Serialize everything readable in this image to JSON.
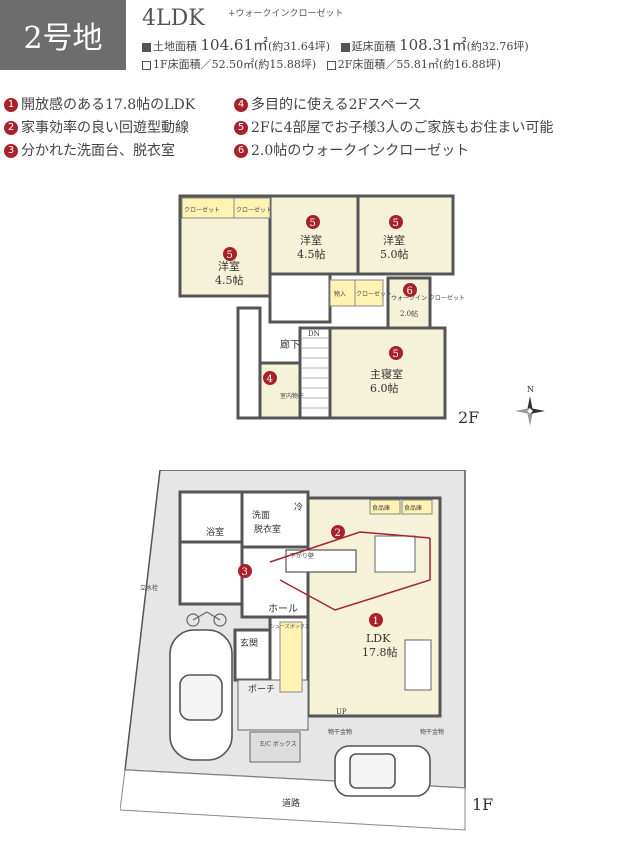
{
  "header": {
    "lot_label": "2号地",
    "layout_type": "4LDK",
    "layout_suffix": "+ウォークインクローゼット",
    "land_area_label": "土地面積",
    "land_area_value": "104.61㎡",
    "land_area_tsubo": "(約31.64坪)",
    "floor_area_label": "延床面積",
    "floor_area_value": "108.31㎡",
    "floor_area_tsubo": "(約32.76坪)",
    "floor1_area": "1F床面積／52.50㎡(約15.88坪)",
    "floor2_area": "2F床面積／55.81㎡(約16.88坪)"
  },
  "features": [
    {
      "num": "1",
      "text": "開放感のある17.8帖のLDK"
    },
    {
      "num": "2",
      "text": "家事効率の良い回遊型動線"
    },
    {
      "num": "3",
      "text": "分かれた洗面台、脱衣室"
    },
    {
      "num": "4",
      "text": "多目的に使える2Fスペース"
    },
    {
      "num": "5",
      "text": "2Fに4部屋でお子様3人のご家族もお住まい可能"
    },
    {
      "num": "6",
      "text": "2.0帖のウォークインクローゼット"
    }
  ],
  "floor2": {
    "floor_label": "2F",
    "closet1": "クローゼット",
    "closet2": "クローゼット",
    "room1_name": "洋室",
    "room1_size": "4.5帖",
    "room2_name": "洋室",
    "room2_size": "4.5帖",
    "room3_name": "洋室",
    "room3_size": "5.0帖",
    "closet3": "物入",
    "closet4": "クローゼット",
    "wic_name": "ウォークイン\nクローゼット",
    "wic_size": "2.0帖",
    "hallway": "廊下",
    "dn": "DN",
    "desk": "室内物干",
    "master_name": "主寝室",
    "master_size": "6.0帖",
    "marker_4": "4",
    "marker_5": "5",
    "marker_6": "6",
    "north": "N"
  },
  "floor1": {
    "floor_label": "1F",
    "bath": "浴室",
    "wash": "洗面",
    "dressing": "脱衣室",
    "fridge": "冷",
    "pantry1": "食品庫",
    "pantry2": "食品庫",
    "counter": "下がり壁",
    "hall": "ホール",
    "shoes": "シューズボックス",
    "entry": "玄関",
    "porch": "ポーチ",
    "ldk_name": "LDK",
    "ldk_size": "17.8帖",
    "up": "UP",
    "storage1": "物干金物",
    "storage2": "物干金物",
    "ecocute": "立水栓",
    "ebox": "E/C\nボックス",
    "road": "道路",
    "marker_1": "1",
    "marker_2": "2",
    "marker_3": "3"
  },
  "colors": {
    "accent": "#a8222c",
    "room": "#f6f1d9",
    "wall": "#555555",
    "ground": "#e6e6e6"
  }
}
